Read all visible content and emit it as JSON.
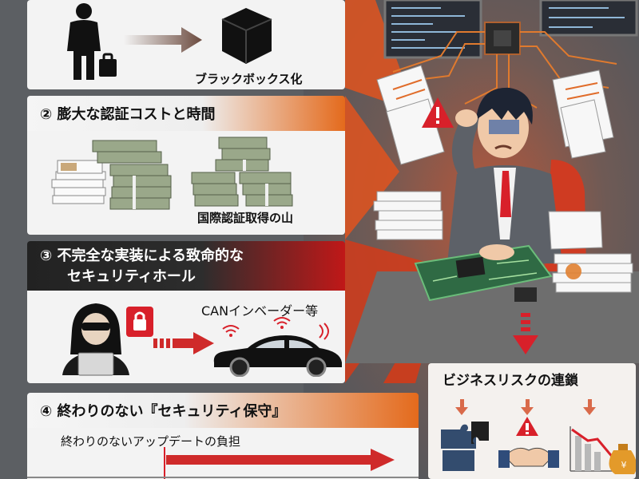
{
  "sections": {
    "s1": {
      "caption": "ブラックボックス化"
    },
    "s2": {
      "title": "② 膨大な認証コストと時間",
      "caption": "国際認証取得の山"
    },
    "s3": {
      "title_line1": "③ 不完全な実装による致命的な",
      "title_line2": "セキュリティホール",
      "caption": "CANインベーダー等"
    },
    "s4": {
      "title": "④ 終わりのない『セキュリティ保守』",
      "caption": "終わりのないアップデートの負担"
    }
  },
  "business": {
    "title": "ビジネスリスクの連鎖"
  },
  "colors": {
    "orange": "#e46a1c",
    "red": "#c01818",
    "panel": "#f3f3f3"
  },
  "icons": [
    "person-briefcase-icon",
    "black-box-icon",
    "money-stack-icon",
    "document-stack-icon",
    "hacker-icon",
    "lock-icon",
    "car-icon",
    "wifi-icon",
    "warning-icon",
    "puzzle-icon",
    "handshake-icon",
    "chart-down-icon",
    "money-bag-icon"
  ]
}
